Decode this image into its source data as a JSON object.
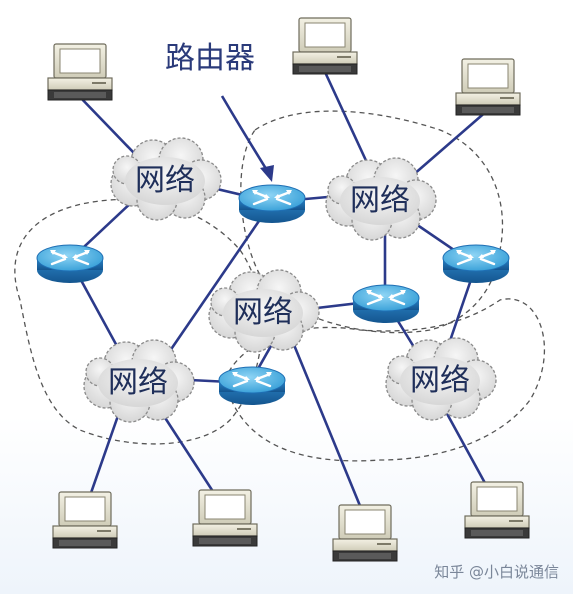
{
  "diagram": {
    "router_label": "路由器",
    "clouds": [
      {
        "label": "网络"
      },
      {
        "label": "网络"
      },
      {
        "label": "网络"
      },
      {
        "label": "网络"
      },
      {
        "label": "网络"
      }
    ]
  },
  "watermark": "知乎 @小白说通信",
  "colors": {
    "link": "#2c3a8a",
    "router_top": "#5ab8e6",
    "router_side": "#1f6fb4",
    "cloud_fill": "#e6e6e6",
    "cloud_stroke": "#8a8a8a",
    "computer_body": "#e9e6d6"
  }
}
